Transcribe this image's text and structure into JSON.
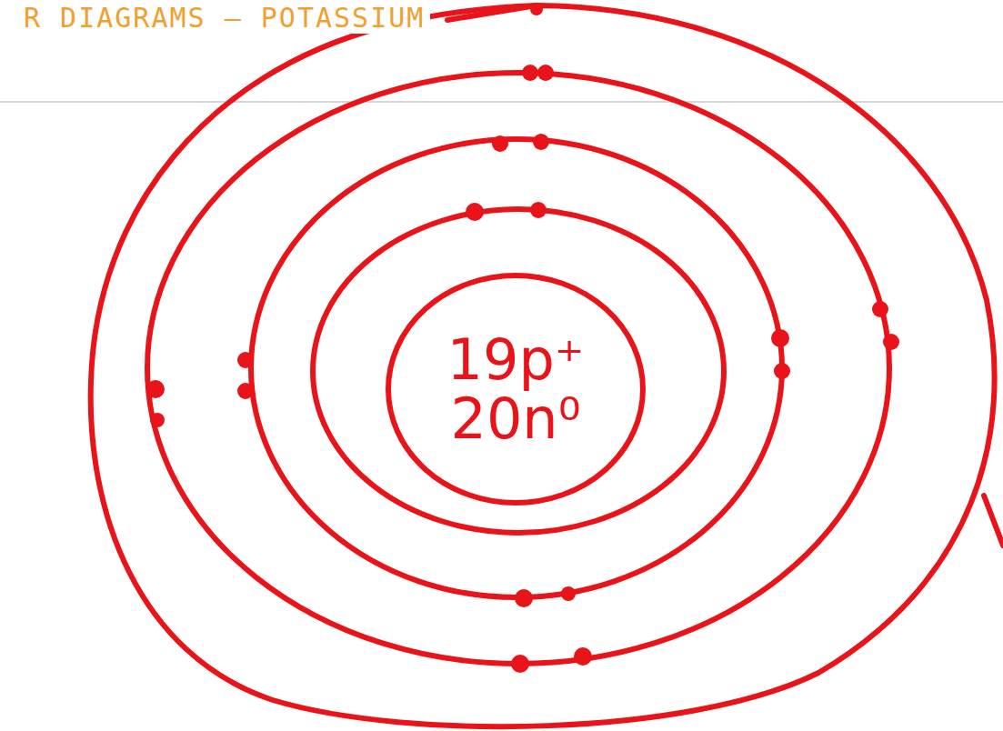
{
  "diagram": {
    "title": "R DIAGRAMS – POTASSIUM",
    "nodes": [
      {
        "text": [
          "19p⁺",
          "20n⁰"
        ]
      }
    ]
  }
}
